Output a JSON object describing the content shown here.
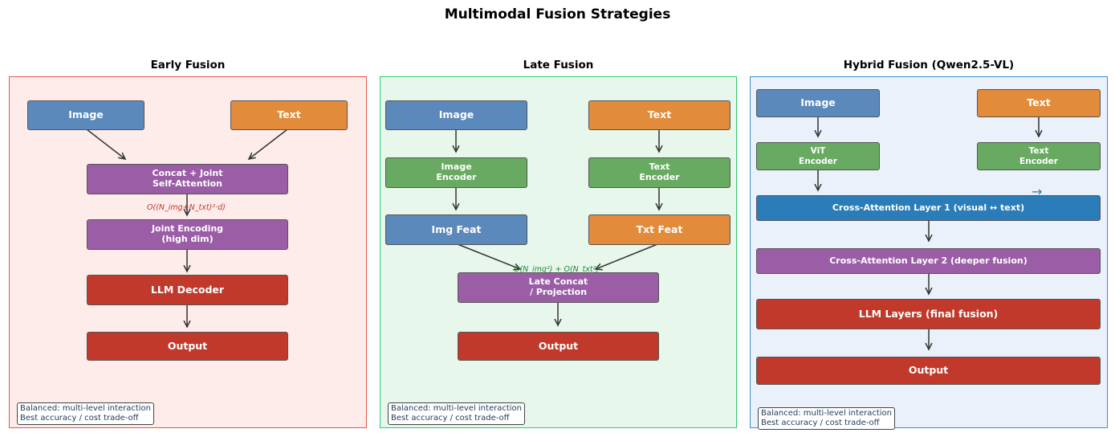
{
  "title": "Multimodal Fusion Strategies",
  "early": {
    "title": "Early Fusion",
    "image": "Image",
    "text": "Text",
    "concat": "Concat + Joint\nSelf-Attention",
    "complexity": "O((N_img+N_txt)²·d)",
    "joint": "Joint Encoding\n(high dim)",
    "llm": "LLM Decoder",
    "output": "Output",
    "note_line1": "Balanced: multi-level interaction",
    "note_line2": "Best accuracy / cost trade-off"
  },
  "late": {
    "title": "Late Fusion",
    "image": "Image",
    "text": "Text",
    "image_encoder": "Image\nEncoder",
    "text_encoder": "Text\nEncoder",
    "img_feat": "Img Feat",
    "txt_feat": "Txt Feat",
    "complexity": "O(N_img²) + O(N_txt²)",
    "late_concat": "Late Concat\n/ Projection",
    "output": "Output",
    "note_line1": "Balanced: multi-level interaction",
    "note_line2": "Best accuracy / cost trade-off"
  },
  "hybrid": {
    "title": "Hybrid Fusion  (Qwen2.5-VL)",
    "image": "Image",
    "text": "Text",
    "vit_encoder": "ViT\nEncoder",
    "text_encoder": "Text\nEncoder",
    "cross1": "Cross-Attention Layer 1  (visual ↔ text)",
    "cross2": "Cross-Attention Layer 2  (deeper fusion)",
    "llm": "LLM Layers (final fusion)",
    "output": "Output",
    "arrow_glyph": "→",
    "note_line1": "Balanced: multi-level interaction",
    "note_line2": "Best accuracy / cost trade-off"
  },
  "colors": {
    "blue": "#5b89bb",
    "orange": "#e28b3a",
    "purple": "#9b5ea6",
    "red": "#c0392b",
    "green": "#69aa62",
    "dark_blue": "#2a7db8"
  }
}
